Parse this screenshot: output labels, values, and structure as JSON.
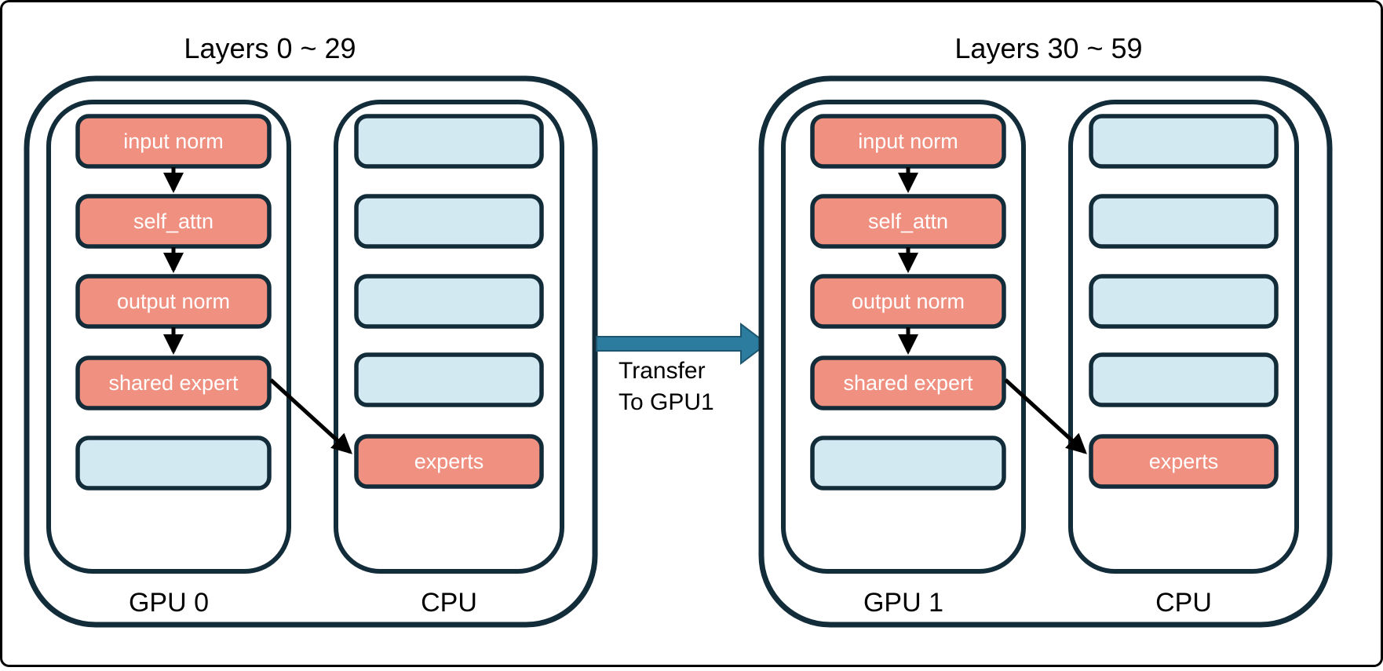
{
  "diagram": {
    "colors": {
      "outline": "#132c3a",
      "module-fill": "#f09080",
      "slot-fill": "#d3e9f1",
      "module-text": "#ffffff",
      "text": "#000000",
      "flow-arrow": "#000000",
      "transfer-arrow": "#2b7c9e",
      "transfer-arrow-edge": "#1e5670",
      "frame": "#000000"
    },
    "transfer": {
      "line1": "Transfer",
      "line2": "To GPU1"
    },
    "groups": [
      {
        "title": "Layers 0 ~ 29",
        "gpu_label": "GPU 0",
        "cpu_label": "CPU",
        "gpu_modules": [
          "input norm",
          "self_attn",
          "output norm",
          "shared expert"
        ],
        "cpu_module": "experts"
      },
      {
        "title": "Layers 30 ~ 59",
        "gpu_label": "GPU 1",
        "cpu_label": "CPU",
        "gpu_modules": [
          "input norm",
          "self_attn",
          "output norm",
          "shared expert"
        ],
        "cpu_module": "experts"
      }
    ]
  }
}
